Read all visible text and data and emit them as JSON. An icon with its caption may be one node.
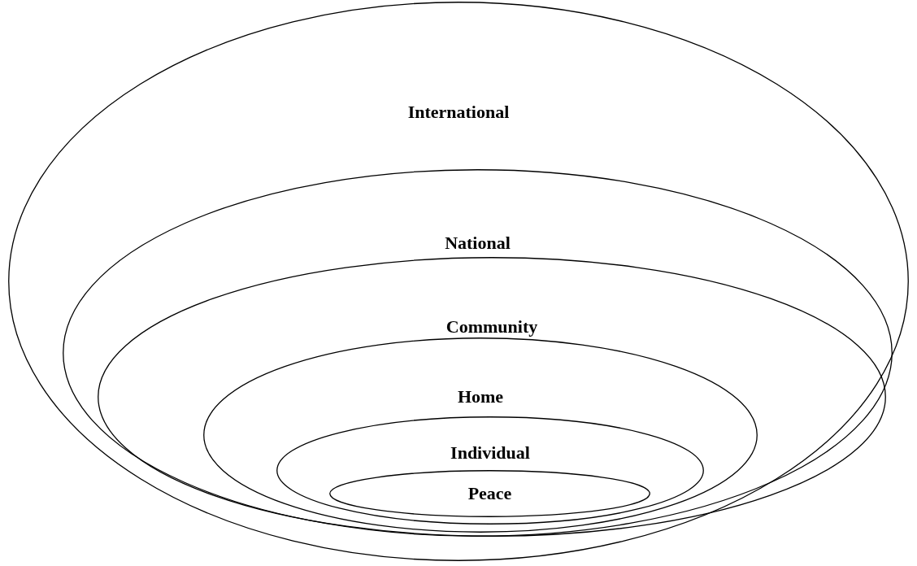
{
  "diagram": {
    "nodes": [
      {
        "text": [
          "International"
        ]
      },
      {
        "text": [
          "National"
        ],
        "in": 0
      },
      {
        "text": [
          "Community"
        ],
        "in": 1
      },
      {
        "text": [
          "Home"
        ],
        "in": 2
      },
      {
        "text": [
          "Individual"
        ],
        "in": 3
      },
      {
        "text": [
          "Peace"
        ],
        "in": 4
      }
    ]
  }
}
